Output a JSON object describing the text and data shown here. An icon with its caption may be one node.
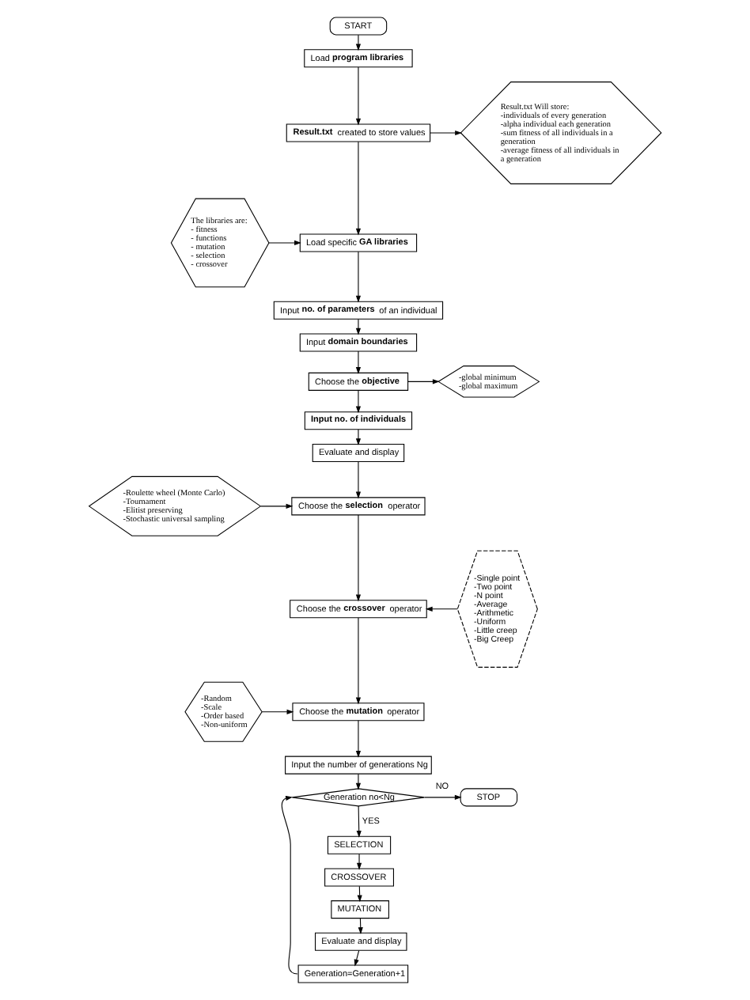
{
  "diagram": {
    "nodes": [
      {
        "text": [
          "START"
        ]
      },
      {
        "text": [
          "Load **program libraries**"
        ]
      },
      {
        "text": [
          "**Result.txt** created to store values"
        ]
      },
      {
        "text": [
          "Result.txt Will store:",
          "-individuals of every generation",
          "-alpha individual each generation",
          "-sum fitness of all individuals in a generation",
          "-average fitness of all individuals in a generation"
        ]
      },
      {
        "text": [
          "The libraries are:",
          "- fitness",
          "- functions",
          "- mutation",
          "- selection",
          "- crossover"
        ]
      },
      {
        "text": [
          "Load specific **GA libraries**"
        ]
      },
      {
        "text": [
          "Input **no. of parameters** of an individual"
        ]
      },
      {
        "text": [
          "Input **domain boundaries**"
        ]
      },
      {
        "text": [
          "Choose the **objective**"
        ]
      },
      {
        "text": [
          "-global minimum",
          "-global maximum"
        ]
      },
      {
        "text": [
          "Input no. of individuals"
        ]
      },
      {
        "text": [
          "Evaluate and display"
        ]
      },
      {
        "text": [
          "-Roulette wheel (Monte Carlo)",
          "-Tournament",
          "-Elitist preserving",
          "-Stochastic universal sampling"
        ]
      },
      {
        "text": [
          "Choose the **selection** operator"
        ]
      },
      {
        "text": [
          "-Single point",
          "-Two point",
          "-N point",
          "-Average",
          "-Arithmetic",
          "-Uniform",
          "-Little creep",
          "-Big Creep"
        ]
      },
      {
        "text": [
          "Choose the **crossover** operator"
        ]
      },
      {
        "text": [
          "-Random",
          "-Scale",
          "-Order based",
          "-Non-uniform"
        ]
      },
      {
        "text": [
          "Choose the **mutation** operator"
        ]
      },
      {
        "text": [
          "Input the number of generations Ng"
        ]
      },
      {
        "text": [
          "Generation no<Ng"
        ]
      },
      {
        "text": [
          "STOP"
        ]
      },
      {
        "text": [
          "SELECTION"
        ]
      },
      {
        "text": [
          "CROSSOVER"
        ]
      },
      {
        "text": [
          "MUTATION"
        ]
      },
      {
        "text": [
          "Evaluate and display"
        ]
      },
      {
        "text": [
          "Generation=Generation+1"
        ]
      }
    ],
    "edges": [
      {
        "from": 0,
        "to": 1,
        "arrow": "to"
      },
      {
        "from": 1,
        "to": 2,
        "arrow": "to"
      },
      {
        "from": 2,
        "to": 3,
        "arrow": "to"
      },
      {
        "from": 2,
        "to": 5,
        "arrow": "to"
      },
      {
        "from": 4,
        "to": 5,
        "arrow": "to"
      },
      {
        "from": 5,
        "to": 6,
        "arrow": "to"
      },
      {
        "from": 6,
        "to": 7,
        "arrow": "to"
      },
      {
        "from": 7,
        "to": 8,
        "arrow": "to"
      },
      {
        "from": 8,
        "to": 9,
        "arrow": "to"
      },
      {
        "from": 8,
        "to": 10,
        "arrow": "to"
      },
      {
        "from": 10,
        "to": 11,
        "arrow": "to"
      },
      {
        "from": 11,
        "to": 13,
        "arrow": "to"
      },
      {
        "from": 12,
        "to": 13,
        "arrow": "to"
      },
      {
        "from": 13,
        "to": 15,
        "arrow": "to"
      },
      {
        "from": 14,
        "to": 15,
        "arrow": "to"
      },
      {
        "from": 15,
        "to": 17,
        "arrow": "to"
      },
      {
        "from": 16,
        "to": 17,
        "arrow": "to"
      },
      {
        "from": 17,
        "to": 18,
        "arrow": "to"
      },
      {
        "from": 18,
        "to": 19,
        "arrow": "to"
      },
      {
        "from": 19,
        "to": 20,
        "label": "NO",
        "arrow": "to"
      },
      {
        "from": 19,
        "to": 21,
        "label": "YES",
        "arrow": "to"
      },
      {
        "from": 21,
        "to": 22,
        "arrow": "to"
      },
      {
        "from": 22,
        "to": 23,
        "arrow": "to"
      },
      {
        "from": 23,
        "to": 24,
        "arrow": "to"
      },
      {
        "from": 24,
        "to": 25,
        "arrow": "to"
      },
      {
        "from": 25,
        "to": 19,
        "arrow": "to"
      }
    ]
  }
}
